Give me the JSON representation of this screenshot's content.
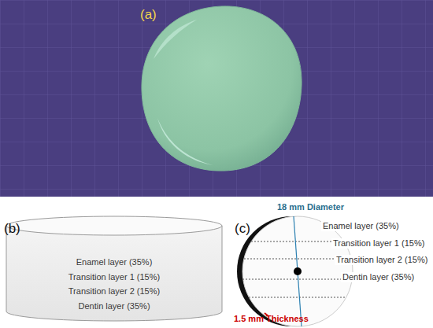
{
  "diagram": {
    "nodes": [
      {
        "text": [
          "Enamel layer (35%)",
          "Transition layer 1 (15%)",
          "Transition layer 2 (15%)",
          "Dentin layer (35%)"
        ]
      }
    ],
    "labels": [
      "(a)",
      "(b)",
      "(c)",
      "18 mm Diameter",
      "Enamel layer (35%)",
      "Transition layer 1 (15%)",
      "Transition layer 2 (15%)",
      "Dentin layer (35%)",
      "1.5 mm Thickness"
    ]
  }
}
